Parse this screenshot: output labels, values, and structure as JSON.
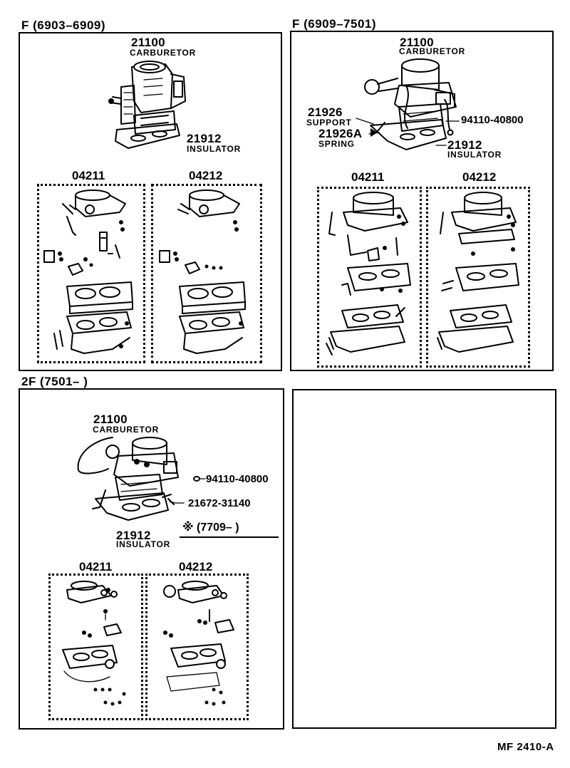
{
  "sections": [
    {
      "title": "F (6903–6909)",
      "main": {
        "part_no": "21100",
        "part_name": "CARBURETOR"
      },
      "parts": [
        {
          "part_no": "21912",
          "part_name": "INSULATOR"
        }
      ],
      "kits": [
        {
          "kit_no": "04211"
        },
        {
          "kit_no": "04212"
        }
      ]
    },
    {
      "title": "F (6909–7501)",
      "main": {
        "part_no": "21100",
        "part_name": "CARBURETOR"
      },
      "parts": [
        {
          "part_no": "21926",
          "part_name": "SUPPORT"
        },
        {
          "part_no": "21926A",
          "part_name": "SPRING"
        },
        {
          "part_no": "21912",
          "part_name": "INSULATOR"
        }
      ],
      "callouts": [
        "94110-40800"
      ],
      "kits": [
        {
          "kit_no": "04211"
        },
        {
          "kit_no": "04212"
        }
      ]
    },
    {
      "title": "2F (7501–        )",
      "main": {
        "part_no": "21100",
        "part_name": "CARBURETOR"
      },
      "parts": [
        {
          "part_no": "21912",
          "part_name": "INSULATOR"
        }
      ],
      "callouts": [
        "94110-40800",
        "21672-31140"
      ],
      "note": "※ (7709–        )",
      "kits": [
        {
          "kit_no": "04211"
        },
        {
          "kit_no": "04212"
        }
      ]
    }
  ],
  "footer": {
    "code": "MF 2410-A"
  }
}
